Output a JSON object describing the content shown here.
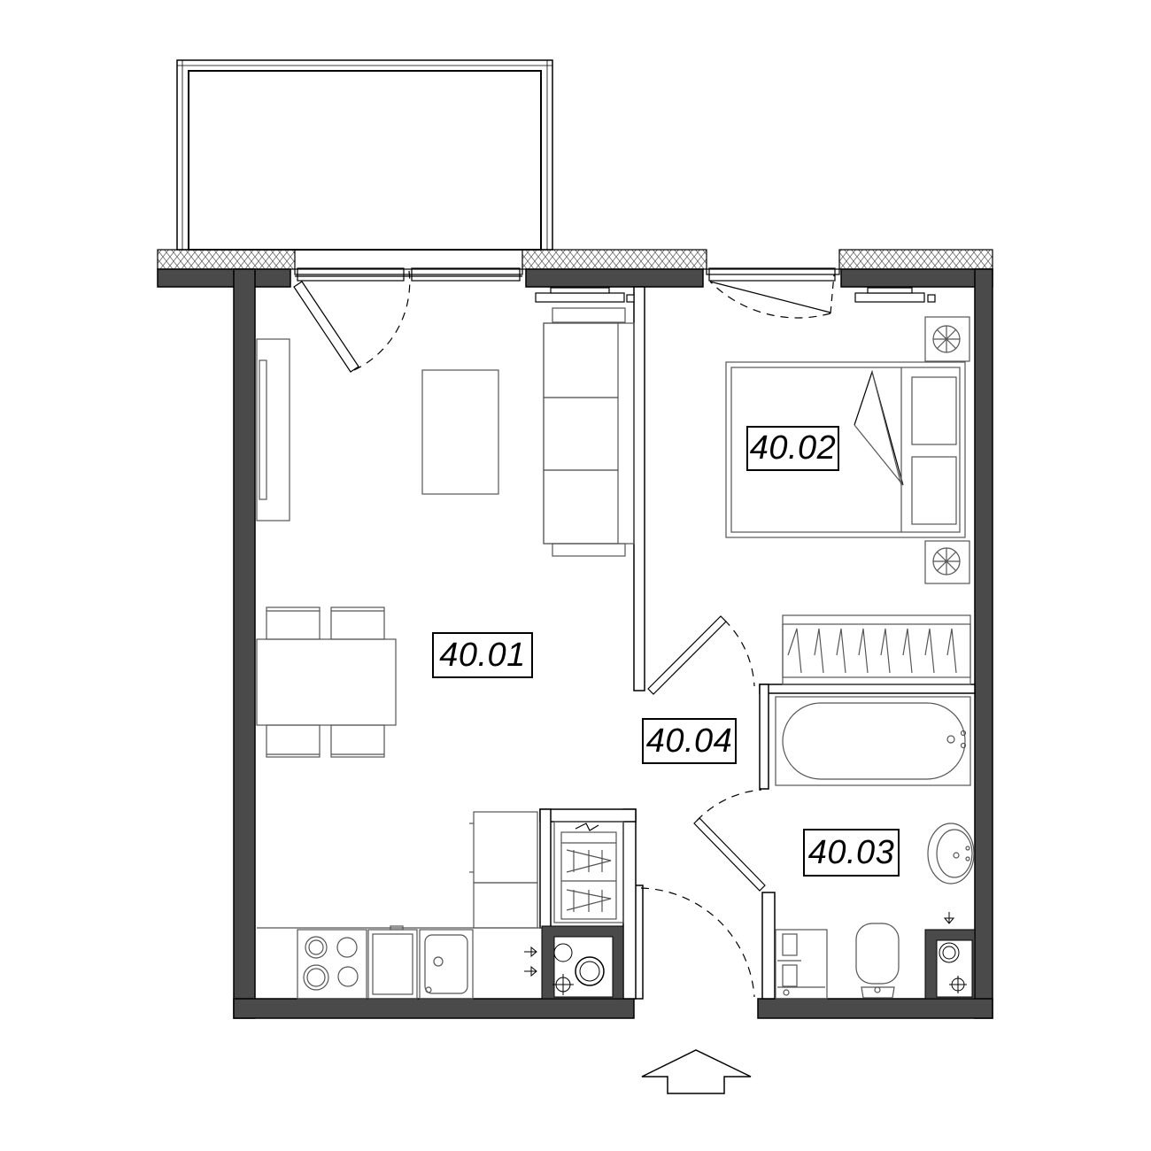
{
  "plan": {
    "rooms": [
      {
        "id": "living",
        "label": "40.01"
      },
      {
        "id": "bedroom",
        "label": "40.02"
      },
      {
        "id": "bathroom",
        "label": "40.03"
      },
      {
        "id": "hall",
        "label": "40.04"
      }
    ],
    "colors": {
      "wall_fill": "#4a4a4a",
      "line": "#000000",
      "furniture_line": "#555555",
      "background": "#ffffff"
    },
    "icons": [
      "entrance-arrow-icon",
      "ventilation-arrow-icon",
      "fan-icon"
    ]
  }
}
